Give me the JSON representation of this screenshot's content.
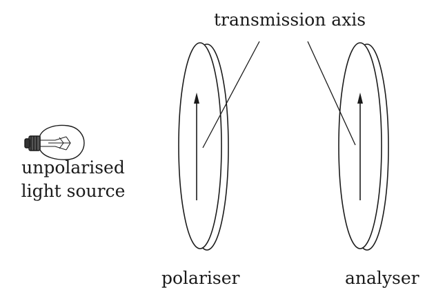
{
  "labels": {
    "transmission_axis": "transmission axis",
    "source_line1": "unpolarised",
    "source_line2": "light source",
    "polariser": "polariser",
    "analyser": "analyser"
  },
  "colors": {
    "ink": "#1a1a1a",
    "disc_fill": "#ffffff"
  },
  "icons": {
    "light_source": "lightbulb-icon"
  }
}
